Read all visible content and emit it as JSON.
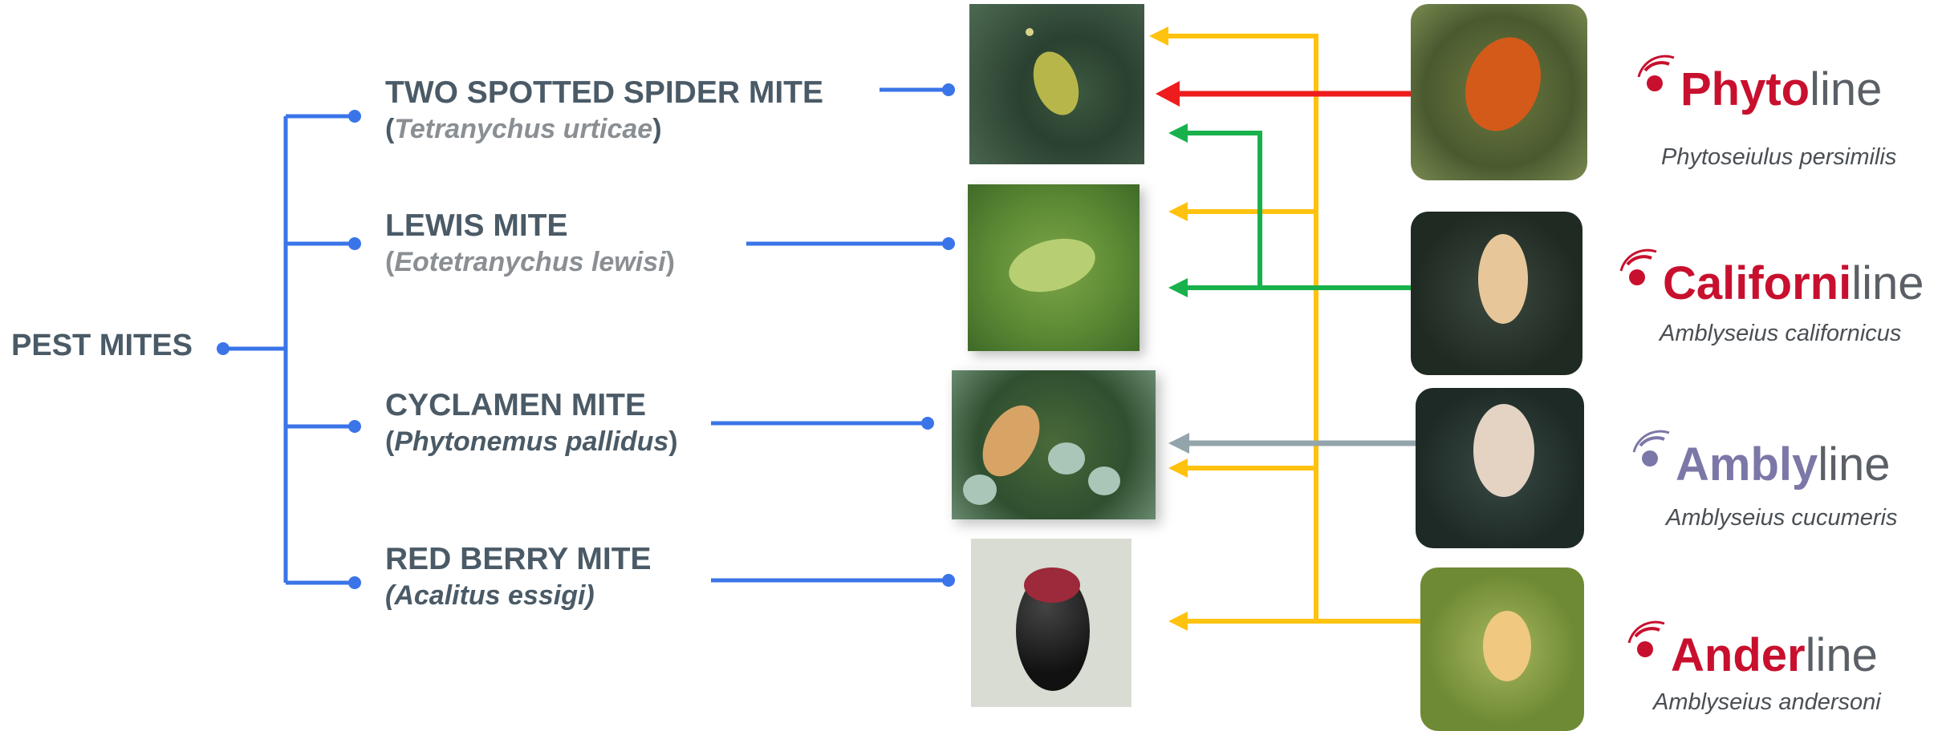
{
  "root_label": "PEST MITES",
  "pests": [
    {
      "name": "TWO SPOTTED SPIDER MITE",
      "open": "(",
      "sci": "Tetranychus urticae",
      "close": ")"
    },
    {
      "name": "LEWIS MITE",
      "open": "(",
      "sci": "Eotetranychus lewisi",
      "close": ")"
    },
    {
      "name": "CYCLAMEN MITE",
      "open": "(",
      "sci": "Phytonemus pallidus",
      "close": ")"
    },
    {
      "name": "RED BERRY MITE",
      "open": "",
      "sci": "(Acalitus essigi)",
      "close": ""
    }
  ],
  "predators": [
    {
      "brand_a": "Phyto",
      "brand_b": "line",
      "sci": "Phytoseiulus persimilis",
      "color_a": "#c8102e",
      "color_b": "#5a6066"
    },
    {
      "brand_a": "Californi",
      "brand_b": "line",
      "sci": "Amblyseius californicus",
      "color_a": "#c8102e",
      "color_b": "#5a6066"
    },
    {
      "brand_a": "Ambly",
      "brand_b": "line",
      "sci": "Amblyseius cucumeris",
      "color_a": "#7b78a8",
      "color_b": "#5a6066"
    },
    {
      "brand_a": "Ander",
      "brand_b": "line",
      "sci": "Amblyseius andersoni",
      "color_a": "#c8102e",
      "color_b": "#5a6066"
    }
  ],
  "colors": {
    "tree": "#3a74e8",
    "phytoline_arrow": "#ee1c1c",
    "californiline_arrow": "#19b14c",
    "amblyline_arrow": "#93a4ab",
    "anderline_arrow": "#ffc20e",
    "text": "#4a5a66"
  },
  "icons": [
    "phytoline-logo-mark",
    "californiline-logo-mark",
    "amblyline-logo-mark",
    "anderline-logo-mark"
  ]
}
